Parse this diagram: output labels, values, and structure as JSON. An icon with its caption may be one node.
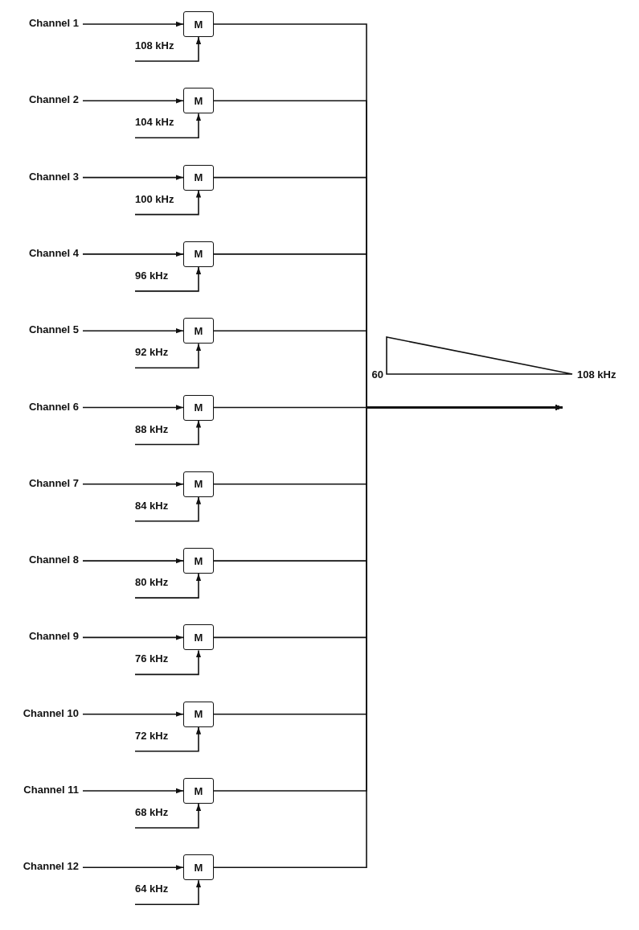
{
  "diagram": {
    "nodes": [
      {
        "text": [
          "Channel 1"
        ]
      },
      {
        "text": [
          "M"
        ]
      },
      {
        "text": [
          "108 kHz"
        ]
      },
      {
        "text": [
          "Channel 2"
        ]
      },
      {
        "text": [
          "M"
        ]
      },
      {
        "text": [
          "104 kHz"
        ]
      },
      {
        "text": [
          "Channel 3"
        ]
      },
      {
        "text": [
          "M"
        ]
      },
      {
        "text": [
          "100 kHz"
        ]
      },
      {
        "text": [
          "Channel 4"
        ]
      },
      {
        "text": [
          "M"
        ]
      },
      {
        "text": [
          "96 kHz"
        ]
      },
      {
        "text": [
          "Channel 5"
        ]
      },
      {
        "text": [
          "M"
        ]
      },
      {
        "text": [
          "92 kHz"
        ]
      },
      {
        "text": [
          "Channel 6"
        ]
      },
      {
        "text": [
          "M"
        ]
      },
      {
        "text": [
          "88 kHz"
        ]
      },
      {
        "text": [
          "Channel 7"
        ]
      },
      {
        "text": [
          "M"
        ]
      },
      {
        "text": [
          "84 kHz"
        ]
      },
      {
        "text": [
          "Channel 8"
        ]
      },
      {
        "text": [
          "M"
        ]
      },
      {
        "text": [
          "80 kHz"
        ]
      },
      {
        "text": [
          "Channel 9"
        ]
      },
      {
        "text": [
          "M"
        ]
      },
      {
        "text": [
          "76 kHz"
        ]
      },
      {
        "text": [
          "Channel 10"
        ]
      },
      {
        "text": [
          "M"
        ]
      },
      {
        "text": [
          "72 kHz"
        ]
      },
      {
        "text": [
          "Channel 11"
        ]
      },
      {
        "text": [
          "M"
        ]
      },
      {
        "text": [
          "68 kHz"
        ]
      },
      {
        "text": [
          "Channel 12"
        ]
      },
      {
        "text": [
          "M"
        ]
      },
      {
        "text": [
          "64 kHz"
        ]
      },
      {
        "text": [],
        "shape": "triangle",
        "beside": [
          "60",
          "108 kHz"
        ]
      }
    ],
    "edges": [
      {
        "from": 0,
        "to": 1,
        "arrow": "to"
      },
      {
        "from": 2,
        "to": 1,
        "arrow": "to"
      },
      {
        "from": 3,
        "to": 4,
        "arrow": "to"
      },
      {
        "from": 5,
        "to": 4,
        "arrow": "to"
      },
      {
        "from": 6,
        "to": 7,
        "arrow": "to"
      },
      {
        "from": 8,
        "to": 7,
        "arrow": "to"
      },
      {
        "from": 9,
        "to": 10,
        "arrow": "to"
      },
      {
        "from": 11,
        "to": 10,
        "arrow": "to"
      },
      {
        "from": 12,
        "to": 13,
        "arrow": "to"
      },
      {
        "from": 14,
        "to": 13,
        "arrow": "to"
      },
      {
        "from": 15,
        "to": 16,
        "arrow": "to"
      },
      {
        "from": 17,
        "to": 16,
        "arrow": "to"
      },
      {
        "from": 18,
        "to": 19,
        "arrow": "to"
      },
      {
        "from": 20,
        "to": 19,
        "arrow": "to"
      },
      {
        "from": 21,
        "to": 22,
        "arrow": "to"
      },
      {
        "from": 23,
        "to": 22,
        "arrow": "to"
      },
      {
        "from": 24,
        "to": 25,
        "arrow": "to"
      },
      {
        "from": 26,
        "to": 25,
        "arrow": "to"
      },
      {
        "from": 27,
        "to": 28,
        "arrow": "to"
      },
      {
        "from": 29,
        "to": 28,
        "arrow": "to"
      },
      {
        "from": 30,
        "to": 31,
        "arrow": "to"
      },
      {
        "from": 32,
        "to": 31,
        "arrow": "to"
      },
      {
        "from": 33,
        "to": 34,
        "arrow": "to"
      },
      {
        "from": 35,
        "to": 34,
        "arrow": "to"
      },
      {
        "from": 1,
        "to": null,
        "arrow": "to"
      },
      {
        "from": 4,
        "to": null,
        "arrow": "to"
      },
      {
        "from": 7,
        "to": null,
        "arrow": "to"
      },
      {
        "from": 10,
        "to": null,
        "arrow": "to"
      },
      {
        "from": 13,
        "to": null,
        "arrow": "to"
      },
      {
        "from": 16,
        "to": null,
        "arrow": "to"
      },
      {
        "from": 19,
        "to": null,
        "arrow": "to"
      },
      {
        "from": 22,
        "to": null,
        "arrow": "to"
      },
      {
        "from": 25,
        "to": null,
        "arrow": "to"
      },
      {
        "from": 28,
        "to": null,
        "arrow": "to"
      },
      {
        "from": 31,
        "to": null,
        "arrow": "to"
      },
      {
        "from": 34,
        "to": null,
        "arrow": "to"
      }
    ]
  }
}
